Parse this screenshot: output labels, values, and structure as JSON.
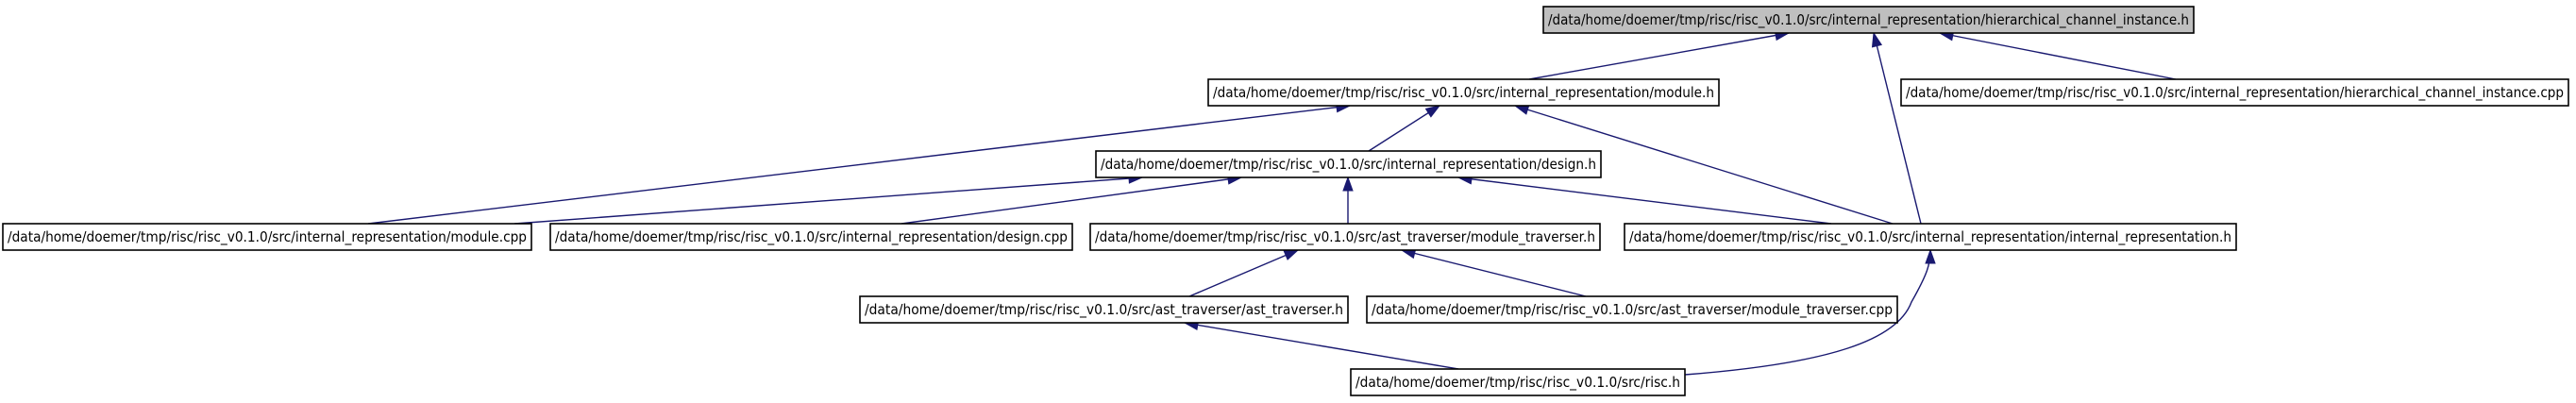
{
  "diagram": {
    "title": "",
    "colors": {
      "edge": "#191970",
      "node_fill": "#ffffff",
      "focus_fill": "#bfbfbf",
      "border": "#000000"
    },
    "nodes": [
      {
        "id": "hci_h",
        "label": "/data/home/doemer/tmp/risc/risc_v0.1.0/src/internal_representation/hierarchical_channel_instance.h",
        "focus": true
      },
      {
        "id": "module_h",
        "label": "/data/home/doemer/tmp/risc/risc_v0.1.0/src/internal_representation/module.h"
      },
      {
        "id": "hci_cpp",
        "label": "/data/home/doemer/tmp/risc/risc_v0.1.0/src/internal_representation/hierarchical_channel_instance.cpp"
      },
      {
        "id": "design_h",
        "label": "/data/home/doemer/tmp/risc/risc_v0.1.0/src/internal_representation/design.h"
      },
      {
        "id": "module_cpp",
        "label": "/data/home/doemer/tmp/risc/risc_v0.1.0/src/internal_representation/module.cpp"
      },
      {
        "id": "design_cpp",
        "label": "/data/home/doemer/tmp/risc/risc_v0.1.0/src/internal_representation/design.cpp"
      },
      {
        "id": "mt_h",
        "label": "/data/home/doemer/tmp/risc/risc_v0.1.0/src/ast_traverser/module_traverser.h"
      },
      {
        "id": "ir_h",
        "label": "/data/home/doemer/tmp/risc/risc_v0.1.0/src/internal_representation/internal_representation.h"
      },
      {
        "id": "at_h",
        "label": "/data/home/doemer/tmp/risc/risc_v0.1.0/src/ast_traverser/ast_traverser.h"
      },
      {
        "id": "mt_cpp",
        "label": "/data/home/doemer/tmp/risc/risc_v0.1.0/src/ast_traverser/module_traverser.cpp"
      },
      {
        "id": "risc_h",
        "label": "/data/home/doemer/tmp/risc/risc_v0.1.0/src/risc.h"
      }
    ],
    "edges": [
      {
        "from": "module_h",
        "to": "hci_h"
      },
      {
        "from": "hci_cpp",
        "to": "hci_h"
      },
      {
        "from": "ir_h",
        "to": "hci_h"
      },
      {
        "from": "design_h",
        "to": "module_h"
      },
      {
        "from": "module_cpp",
        "to": "module_h"
      },
      {
        "from": "ir_h",
        "to": "module_h"
      },
      {
        "from": "module_cpp",
        "to": "design_h"
      },
      {
        "from": "design_cpp",
        "to": "design_h"
      },
      {
        "from": "mt_h",
        "to": "design_h"
      },
      {
        "from": "ir_h",
        "to": "design_h"
      },
      {
        "from": "at_h",
        "to": "mt_h"
      },
      {
        "from": "mt_cpp",
        "to": "mt_h"
      },
      {
        "from": "risc_h",
        "to": "at_h"
      },
      {
        "from": "risc_h",
        "to": "ir_h"
      }
    ]
  }
}
